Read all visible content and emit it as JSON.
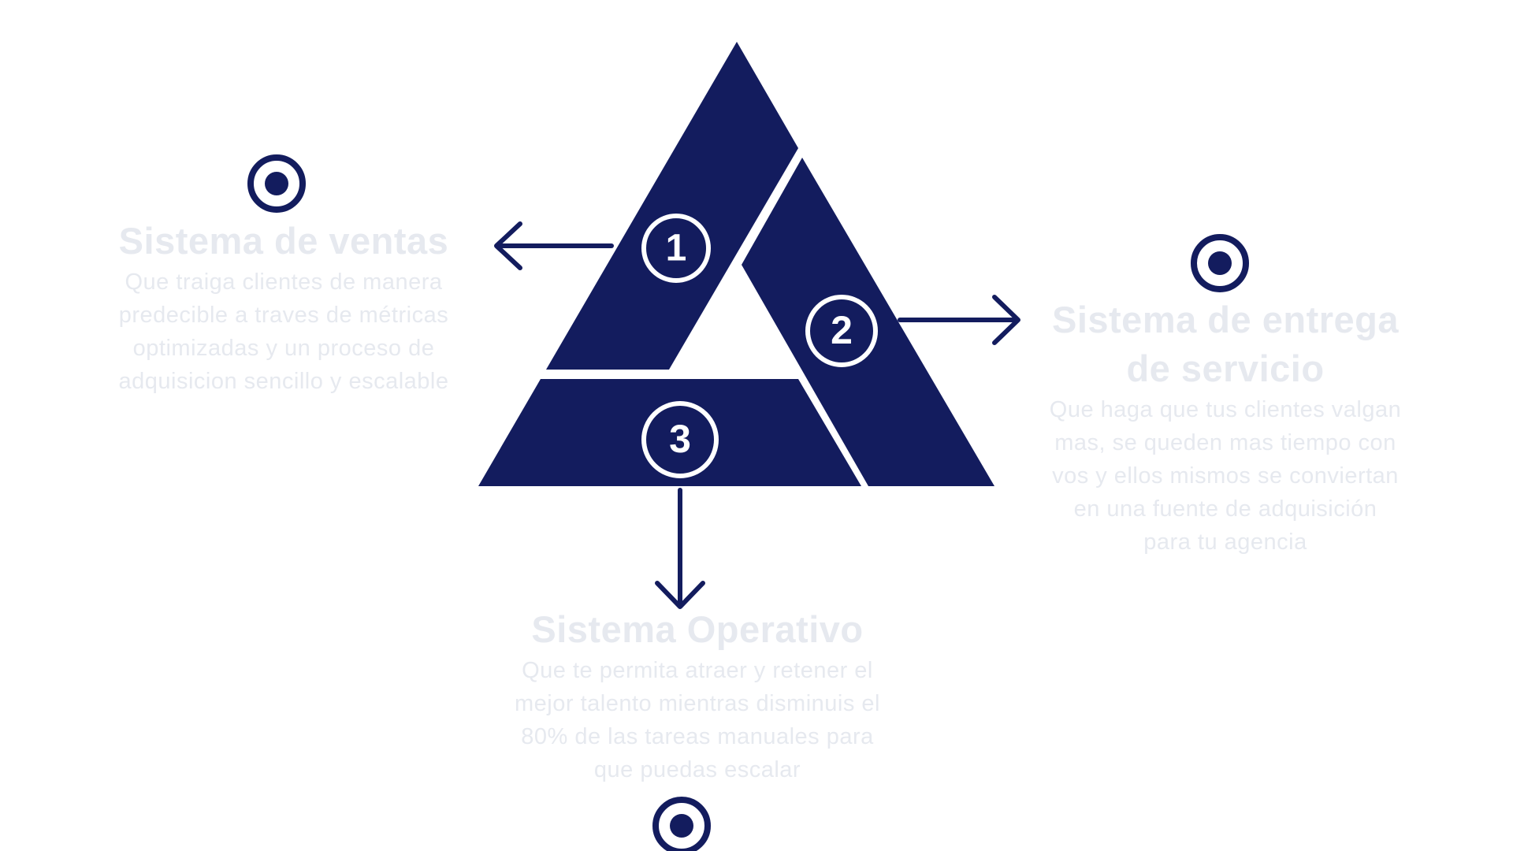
{
  "colors": {
    "primary": "#131c5e",
    "text_faint": "#e6e9ef",
    "background": "#ffffff"
  },
  "triangle": {
    "segments": [
      {
        "number": "1"
      },
      {
        "number": "2"
      },
      {
        "number": "3"
      }
    ]
  },
  "blocks": {
    "ventas": {
      "icon": "target-icon",
      "title": "Sistema de ventas",
      "lines": [
        "Que traiga clientes de manera",
        "predecible a traves de métricas",
        "optimizadas y un proceso de",
        "adquisicion sencillo y escalable"
      ]
    },
    "entrega": {
      "icon": "target-icon",
      "title_lines": [
        "Sistema de entrega",
        "de servicio"
      ],
      "lines": [
        "Que haga que tus clientes valgan",
        "mas, se queden mas tiempo con",
        "vos y ellos mismos se conviertan",
        "en una fuente de adquisición",
        "para tu agencia"
      ]
    },
    "operativo": {
      "icon": "target-icon",
      "title": "Sistema Operativo",
      "lines": [
        "Que te permita atraer y retener el",
        "mejor talento mientras disminuis el",
        "80% de las tareas manuales para",
        "que puedas escalar"
      ]
    }
  }
}
